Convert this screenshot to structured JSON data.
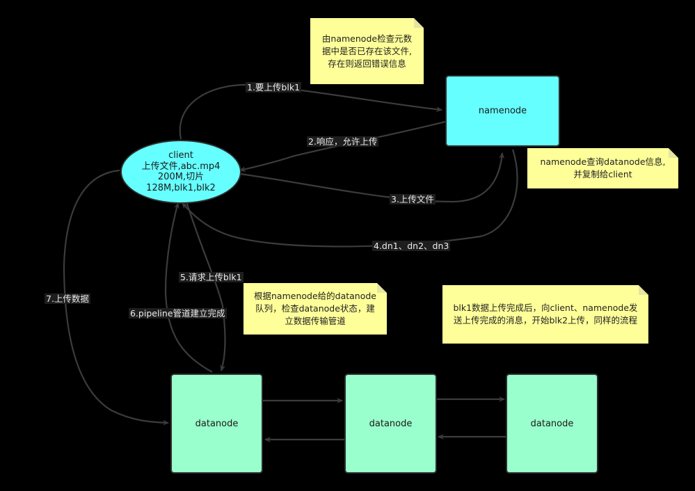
{
  "nodes": {
    "namenode": "namenode",
    "client": [
      "client",
      "上传文件,abc.mp4",
      "200M,切片",
      "128M,blk1,blk2"
    ],
    "datanode1": "datanode",
    "datanode2": "datanode",
    "datanode3": "datanode"
  },
  "notes": {
    "note1": [
      "由namenode检查元数",
      "据中是否已存在该文件,",
      "存在则返回错误信息"
    ],
    "note2": [
      "namenode查询datanode信息,",
      "并复制给client"
    ],
    "note3": [
      "根据namenode给的datanode",
      "队列，检查datanode状态，建",
      "立数据传输管道"
    ],
    "note4": [
      "blk1数据上传完成后，向client、namenode发",
      "送上传完成的消息，开始blk2上传，同样的流程"
    ]
  },
  "edge_labels": {
    "e1": "1.要上传blk1",
    "e2": "2.响应，允许上传",
    "e3": "3.上传文件",
    "e4": "4.dn1、dn2、dn3",
    "e5": "5.请求上传blk1",
    "e6": "6.pipeline管道建立完成",
    "e7": "7.上传数据"
  },
  "colors": {
    "background": "#000000",
    "namenode_fill": "#66ffff",
    "client_fill": "#66ffff",
    "datanode_fill": "#99ffcc",
    "note_fill": "#ffff99",
    "edge": "#3c3c3c"
  }
}
